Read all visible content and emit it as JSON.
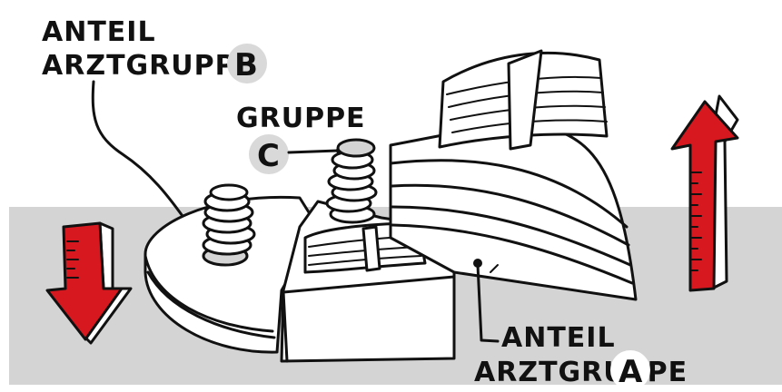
{
  "labels": {
    "group_b_line1": "ANTEIL",
    "group_b_line2": "ARZTGRUPPE",
    "group_b_letter": "B",
    "group_c_line1": "GRUPPE",
    "group_c_letter": "C",
    "group_a_line1": "ANTEIL",
    "group_a_line2": "ARZTGRUPPE",
    "group_a_letter": "A"
  },
  "colors": {
    "table": "#d4d4d4",
    "badge": "#d9d9d9",
    "arrow_red": "#d7191f",
    "ink": "#111111"
  },
  "icons": {
    "down_arrow": "down-arrow-icon",
    "up_arrow": "up-arrow-icon"
  }
}
